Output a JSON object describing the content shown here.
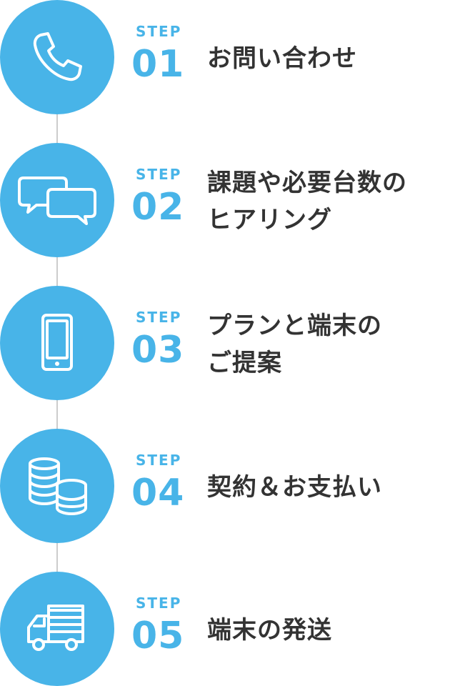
{
  "colors": {
    "accent": "#48b4e8",
    "text": "#333333",
    "connector": "#cccccc"
  },
  "steps": [
    {
      "label": "STEP",
      "number": "01",
      "title_lines": [
        "お問い合わせ"
      ],
      "icon": "phone-icon"
    },
    {
      "label": "STEP",
      "number": "02",
      "title_lines": [
        "課題や必要台数の",
        "ヒアリング"
      ],
      "icon": "chat-bubbles-icon"
    },
    {
      "label": "STEP",
      "number": "03",
      "title_lines": [
        "プランと端末の",
        "ご提案"
      ],
      "icon": "smartphone-icon"
    },
    {
      "label": "STEP",
      "number": "04",
      "title_lines": [
        "契約＆お支払い"
      ],
      "icon": "coins-icon"
    },
    {
      "label": "STEP",
      "number": "05",
      "title_lines": [
        "端末の発送"
      ],
      "icon": "delivery-truck-icon"
    }
  ]
}
